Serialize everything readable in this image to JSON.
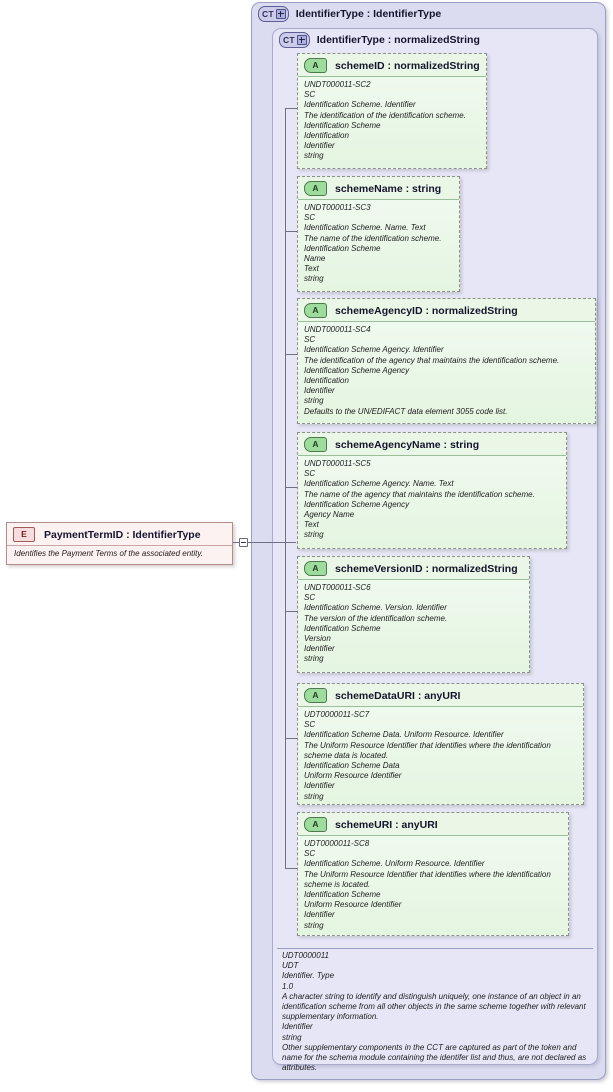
{
  "diagram": {
    "type": "xsd-schema-diagram",
    "element": {
      "badge": "E",
      "title": "PaymentTermID : IdentifierType",
      "documentation": "Identifies the Payment Terms of the associated entity."
    },
    "complex_types": [
      {
        "badge": "CT",
        "title": "IdentifierType : IdentifierType"
      },
      {
        "badge": "CT",
        "title": "IdentifierType : normalizedString"
      }
    ],
    "attributes": [
      {
        "badge": "A",
        "title": "schemeID : normalizedString",
        "lines": [
          "UNDT000011-SC2",
          "SC",
          "Identification Scheme. Identifier",
          "The identification of the identification scheme.",
          "Identification Scheme",
          "Identification",
          "Identifier",
          "string"
        ]
      },
      {
        "badge": "A",
        "title": "schemeName : string",
        "lines": [
          "UNDT000011-SC3",
          "SC",
          "Identification Scheme. Name. Text",
          "The name of the identification scheme.",
          "Identification Scheme",
          "Name",
          "Text",
          "string"
        ]
      },
      {
        "badge": "A",
        "title": "schemeAgencyID : normalizedString",
        "lines": [
          "UNDT000011-SC4",
          "SC",
          "Identification Scheme Agency. Identifier",
          "The identification of the agency that maintains the identification scheme.",
          "Identification Scheme Agency",
          "Identification",
          "Identifier",
          "string",
          "Defaults to the UN/EDIFACT data element 3055 code list."
        ]
      },
      {
        "badge": "A",
        "title": "schemeAgencyName : string",
        "lines": [
          "UNDT000011-SC5",
          "SC",
          "Identification Scheme Agency. Name. Text",
          "The name of the agency that maintains the identification scheme.",
          "Identification Scheme Agency",
          "Agency Name",
          "Text",
          "string"
        ]
      },
      {
        "badge": "A",
        "title": "schemeVersionID : normalizedString",
        "lines": [
          "UNDT000011-SC6",
          "SC",
          "Identification Scheme. Version. Identifier",
          "The version of the identification scheme.",
          "Identification Scheme",
          "Version",
          "Identifier",
          "string"
        ]
      },
      {
        "badge": "A",
        "title": "schemeDataURI : anyURI",
        "lines": [
          "UDT0000011-SC7",
          "SC",
          "Identification Scheme Data. Uniform Resource. Identifier",
          "The Uniform Resource Identifier that identifies where the identification scheme data is located.",
          "Identification Scheme Data",
          "Uniform Resource Identifier",
          "Identifier",
          "string"
        ]
      },
      {
        "badge": "A",
        "title": "schemeURI : anyURI",
        "lines": [
          "UDT0000011-SC8",
          "SC",
          "Identification Scheme. Uniform Resource. Identifier",
          "The Uniform Resource Identifier that identifies where the identification scheme is located.",
          "Identification Scheme",
          "Uniform Resource Identifier",
          "Identifier",
          "string"
        ]
      }
    ],
    "type_documentation": {
      "lines": [
        "UDT0000011",
        "UDT",
        "Identifier. Type",
        "1.0",
        "A character string to identify and distinguish uniquely, one instance of an object in an identification scheme from all other objects in the same scheme together with relevant supplementary information.",
        "Identifier",
        "string",
        "Other supplementary components in the CCT are captured as part of the token and name for the schema module containing the identifer list and thus, are not declared as attributes."
      ]
    },
    "colors": {
      "container_outer": "#dcdcf0",
      "container_inner": "#e6e6f7",
      "attribute_fill": "#e9f7e4",
      "element_fill": "#fdf2f2",
      "connector": "#6f6f87"
    }
  }
}
